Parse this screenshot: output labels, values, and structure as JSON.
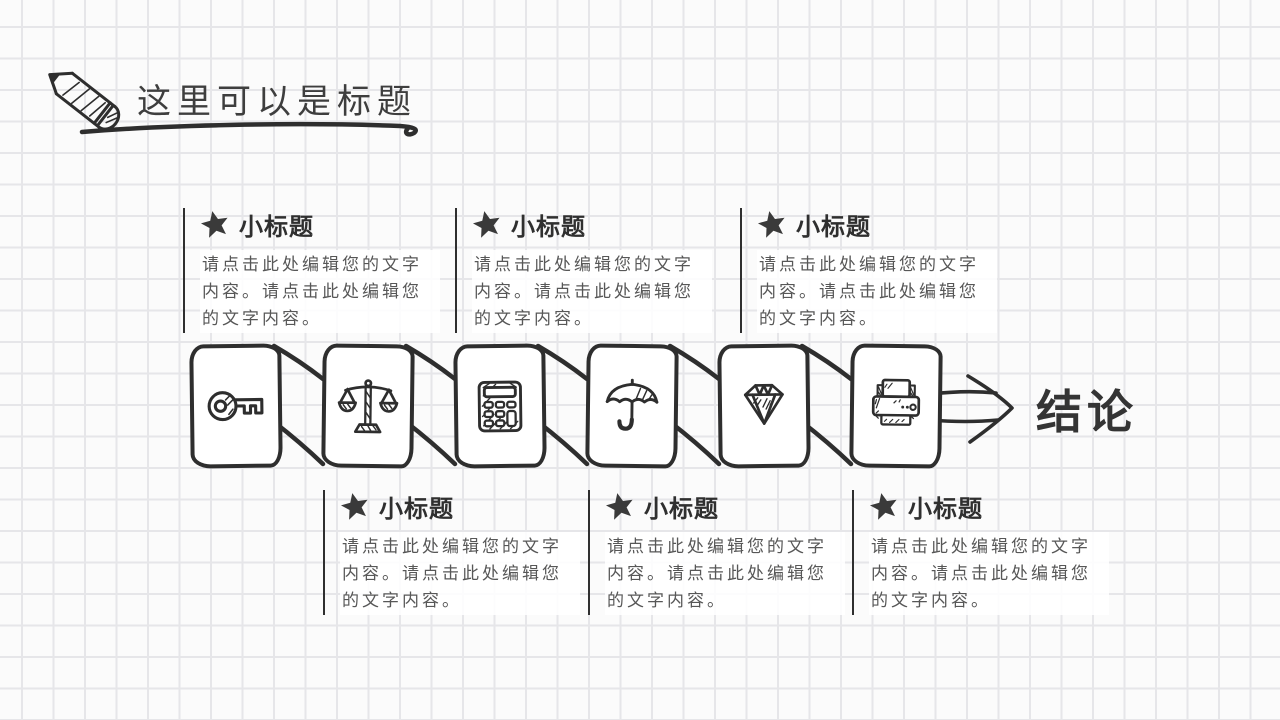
{
  "slide": {
    "title": "这里可以是标题",
    "title_icon": "pencil-icon",
    "conclusion": "结论",
    "arrow_icon": "arrow-right-icon"
  },
  "sections": {
    "top": [
      {
        "icon": "star-icon",
        "label": "小标题",
        "body": "请点击此处编辑您的文字内容。请点击此处编辑您的文字内容。"
      },
      {
        "icon": "star-icon",
        "label": "小标题",
        "body": "请点击此处编辑您的文字内容。请点击此处编辑您的文字内容。"
      },
      {
        "icon": "star-icon",
        "label": "小标题",
        "body": "请点击此处编辑您的文字内容。请点击此处编辑您的文字内容。"
      }
    ],
    "bottom": [
      {
        "icon": "star-icon",
        "label": "小标题",
        "body": "请点击此处编辑您的文字内容。请点击此处编辑您的文字内容。"
      },
      {
        "icon": "star-icon",
        "label": "小标题",
        "body": "请点击此处编辑您的文字内容。请点击此处编辑您的文字内容。"
      },
      {
        "icon": "star-icon",
        "label": "小标题",
        "body": "请点击此处编辑您的文字内容。请点击此处编辑您的文字内容。"
      }
    ]
  },
  "steps": [
    {
      "icon": "key-icon"
    },
    {
      "icon": "balance-scale-icon"
    },
    {
      "icon": "calculator-icon"
    },
    {
      "icon": "umbrella-icon"
    },
    {
      "icon": "diamond-icon"
    },
    {
      "icon": "printer-icon"
    }
  ],
  "colors": {
    "ink": "#2e2e2e",
    "body_text": "#575757",
    "grid_line": "#e6e6e9",
    "background": "#fbfbfb"
  }
}
